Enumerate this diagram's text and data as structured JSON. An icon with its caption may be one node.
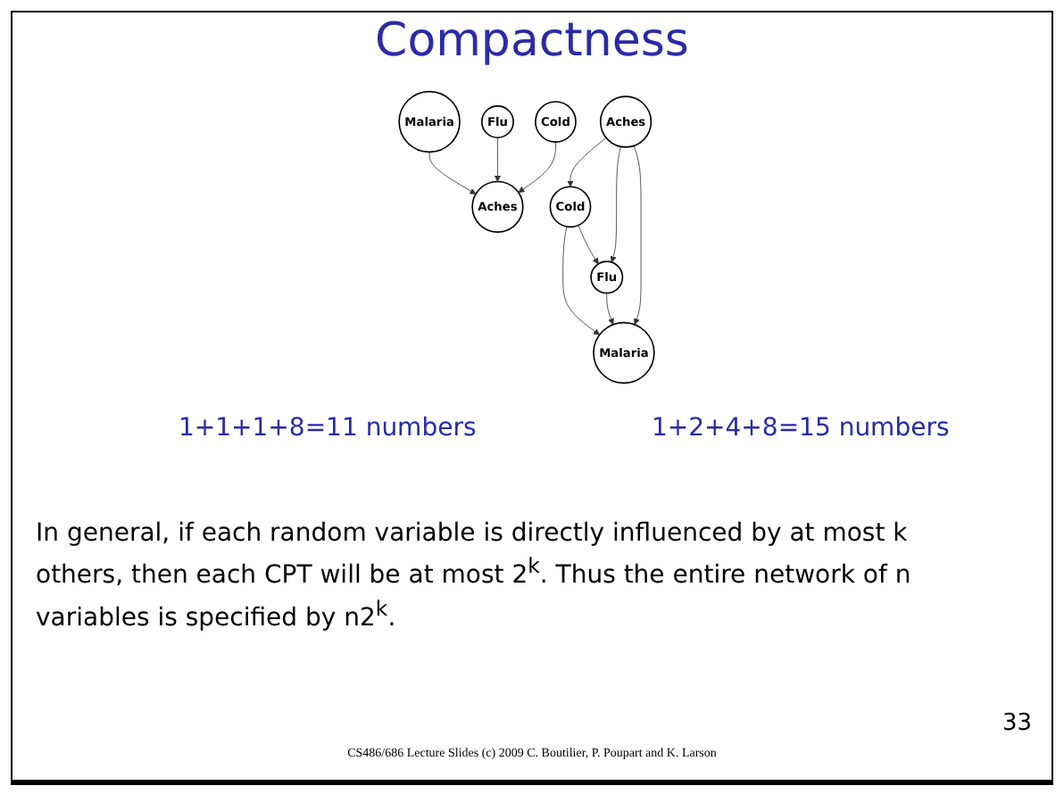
{
  "diagram": {
    "title": "Compactness",
    "nodes": [
      {
        "text": [
          "Malaria"
        ]
      },
      {
        "text": [
          "Flu"
        ]
      },
      {
        "text": [
          "Cold"
        ]
      },
      {
        "text": [
          "Aches"
        ]
      },
      {
        "text": [
          "Malaria"
        ]
      },
      {
        "text": [
          "Flu"
        ]
      },
      {
        "text": [
          "Cold"
        ]
      },
      {
        "text": [
          "Aches"
        ]
      }
    ],
    "edges": [
      {
        "from": 0,
        "to": 3,
        "arrow": "to"
      },
      {
        "from": 1,
        "to": 3,
        "arrow": "to"
      },
      {
        "from": 2,
        "to": 3,
        "arrow": "to"
      },
      {
        "from": 6,
        "to": 4,
        "arrow": "to"
      },
      {
        "from": 5,
        "to": 4,
        "arrow": "to"
      },
      {
        "from": 6,
        "to": 5,
        "arrow": "to"
      },
      {
        "from": 7,
        "to": 4,
        "arrow": "to"
      },
      {
        "from": 7,
        "to": 5,
        "arrow": "to"
      },
      {
        "from": 7,
        "to": 6,
        "arrow": "to"
      }
    ],
    "labels": [
      "1+1+1+8=11 numbers",
      "1+2+4+8=15 numbers",
      "In general, if each random variable is directly influenced by at most k others, then each CPT will be at most 2$^{k}$. Thus the entire network of n variables is specified by n2$^{k}$.",
      "33",
      "CS486/686 Lecture Slides (c) 2009 C. Boutilier, P. Poupart and K. Larson"
    ]
  }
}
